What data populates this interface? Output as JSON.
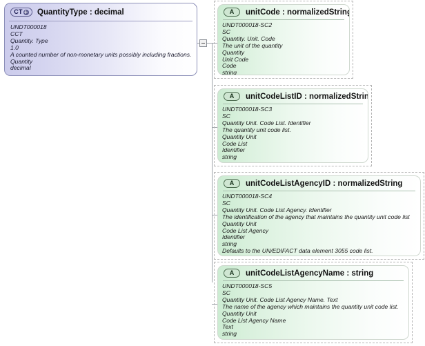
{
  "diagram": {
    "kind": "xsd-schema-documentation",
    "root": {
      "badge": "CT",
      "badge_icon": "plus-circle-icon",
      "title": "QuantityType : decimal",
      "lines": [
        "UNDT000018",
        "CCT",
        "Quantity. Type",
        "1.0",
        "A counted number of non-monetary units possibly including fractions.",
        "Quantity",
        "decimal"
      ]
    },
    "toggle": {
      "state": "expanded",
      "glyph": "minus"
    },
    "attributes": [
      {
        "badge": "A",
        "title": "unitCode : normalizedString",
        "lines": [
          "UNDT000018-SC2",
          "SC",
          "Quantity. Unit. Code",
          "The unit of the quantity",
          "Quantity",
          "Unit Code",
          "Code",
          "string"
        ]
      },
      {
        "badge": "A",
        "title": "unitCodeListID : normalizedString",
        "lines": [
          "UNDT000018-SC3",
          "SC",
          "Quantity Unit. Code List. Identifier",
          "The quantity unit code list.",
          "Quantity Unit",
          "Code List",
          "Identifier",
          "string"
        ]
      },
      {
        "badge": "A",
        "title": "unitCodeListAgencyID : normalizedString",
        "lines": [
          "UNDT000018-SC4",
          "SC",
          "Quantity Unit. Code List Agency. Identifier",
          "The identification of the agency that maintains the quantity unit code list",
          "Quantity Unit",
          "Code List Agency",
          "Identifier",
          "string",
          "Defaults to the UN/EDIFACT data element 3055 code list."
        ]
      },
      {
        "badge": "A",
        "title": "unitCodeListAgencyName : string",
        "lines": [
          "UNDT000018-SC5",
          "SC",
          "Quantity Unit. Code List Agency Name. Text",
          "The name of the agency which maintains the quantity unit code list.",
          "Quantity Unit",
          "Code List Agency Name",
          "Text",
          "string"
        ]
      }
    ],
    "colors": {
      "complex_type_fill": "#ccccec",
      "complex_type_border": "#8c8fb8",
      "attribute_fill": "#ccecd2",
      "attribute_border": "#cfd8cf",
      "dashed_border": "#b5b5b5",
      "connector": "#9aa0a6"
    }
  }
}
